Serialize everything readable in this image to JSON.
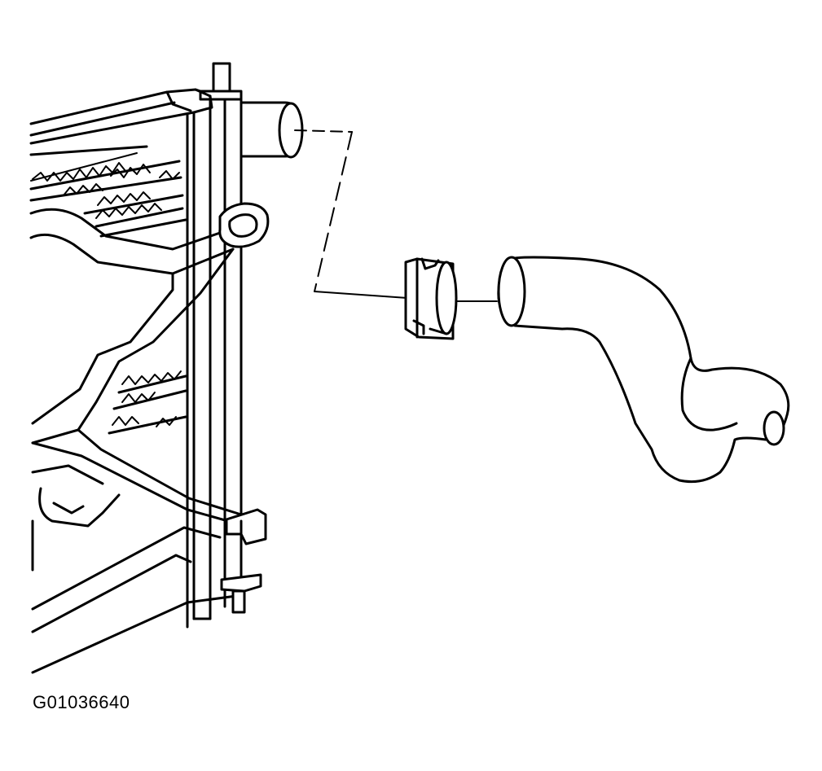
{
  "figure": {
    "id_label": "G01036640",
    "parts": [
      "radiator-assembly",
      "radiator-outlet-pipe",
      "hose-clamp",
      "radiator-hose"
    ]
  }
}
